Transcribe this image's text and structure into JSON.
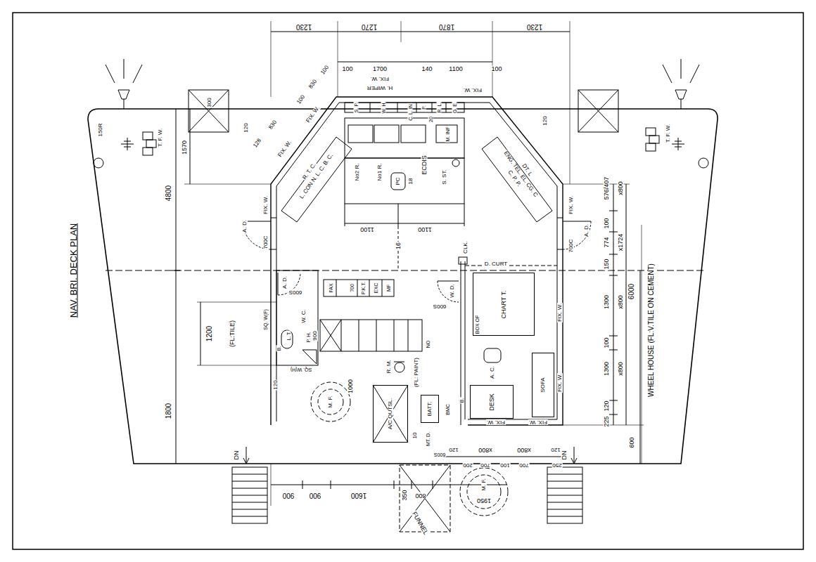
{
  "diagram": {
    "title": "NAV. BRI. DECK PLAN",
    "nodes": [
      {
        "text": [
          "CHART T."
        ]
      },
      {
        "text": [
          "SOFA"
        ]
      },
      {
        "text": [
          "DESK"
        ]
      },
      {
        "text": [
          "BATT."
        ]
      },
      {
        "text": [
          "A/C QUTSL."
        ]
      }
    ],
    "labels": [
      "1230",
      "1270",
      "1870",
      "1230",
      "100",
      "1700",
      "140",
      "1100",
      "100",
      "FIX. W.",
      "H. WIPER",
      "FIX. W.",
      "100",
      "830",
      "100",
      "128",
      "830",
      "FIX. W.",
      "FIX. W.",
      "300",
      "120",
      "1570",
      "150R",
      "T. F. W.",
      "T. F. W.",
      "4800",
      "R. T. C.",
      "L. CON N. L. C. B. C.",
      "C. P. P.",
      "ENG. TEL. EL. CG. C",
      "DT. L",
      "S. P.",
      "W. H.",
      "C. L. IN",
      "P.",
      "R. L.",
      "G. E.",
      "20",
      "120",
      "No2 R.",
      "No1 R.",
      "ECDIS",
      "PC",
      "18",
      "S. ST.",
      "M. INF",
      "1100",
      "1100",
      "16",
      "FIX. W.",
      "A. D.",
      "700C",
      "FIX. W.",
      "A. D.",
      "700C",
      "576/407",
      "x800",
      "100",
      "774",
      "x1724",
      "150",
      "1300",
      "x800",
      "100",
      "1300",
      "x800",
      "120",
      "225",
      "6000",
      "600",
      "WHEEL HOUSE (FL:V.TILE ON CEMENT)",
      "A. D.",
      "600S",
      "SQ. W(F)",
      "W. C.",
      "L. T.",
      "P. H.",
      "B.",
      "SQ. W(H)",
      "120",
      "1200",
      "(FL:TILE)",
      "1800",
      "FAX",
      "700",
      "P.K.T.",
      "EXC",
      "MF",
      "600S",
      "W. D.",
      "CLK.",
      "D. CURT",
      "BOX OF",
      "900",
      "NO",
      "R. M.",
      "1000",
      "M. F.",
      "(FL: PAINT)",
      "10",
      "BMC",
      "B.",
      "MT. D.",
      "600S",
      "A. C.",
      "FIX. W.",
      "FIX. W.",
      "FIX. W.",
      "FIX. W.",
      "120",
      "x800",
      "x800",
      "120",
      "200",
      "700",
      "100",
      "700",
      "250",
      "900",
      "900",
      "1600",
      "350",
      "800",
      "1950",
      "M. F.",
      "FUNNEL",
      "DN",
      "DN"
    ]
  }
}
